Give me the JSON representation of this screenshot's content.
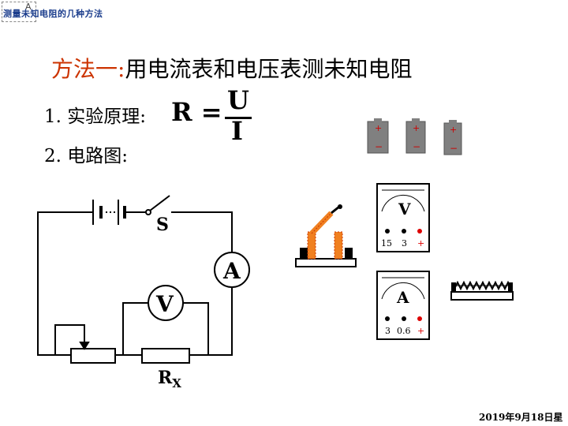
{
  "header": {
    "title": "测量未知电阻的几种方法",
    "corner_letter": "A"
  },
  "slide": {
    "method_label": "方法一:",
    "method_text": "用电流表和电压表测未知电阻",
    "principle_label": "1. 实验原理:",
    "formula_lhs": "R",
    "formula_eq": "=",
    "formula_num": "U",
    "formula_den": "I",
    "diagram_label": "2. 电路图:"
  },
  "circuit": {
    "switch_label": "S",
    "ammeter_label": "A",
    "voltmeter_label": "V",
    "resistor_label": "R",
    "resistor_sub": "X"
  },
  "apparatus": {
    "voltmeter_face": "V",
    "voltmeter_terminals": [
      "15",
      "3",
      "+"
    ],
    "ammeter_face": "A",
    "ammeter_terminals": [
      "3",
      "0.6",
      "+"
    ],
    "battery_pos": "+",
    "battery_neg": "−"
  },
  "footer": {
    "date": "2019年9月18日星"
  },
  "colors": {
    "method_label": "#cc3300",
    "header_title": "#1a3c8c",
    "battery_fill": "#808080",
    "battery_sign": "#cc0000",
    "switch_orange": "#f08020",
    "terminal_red": "#dd0000"
  }
}
